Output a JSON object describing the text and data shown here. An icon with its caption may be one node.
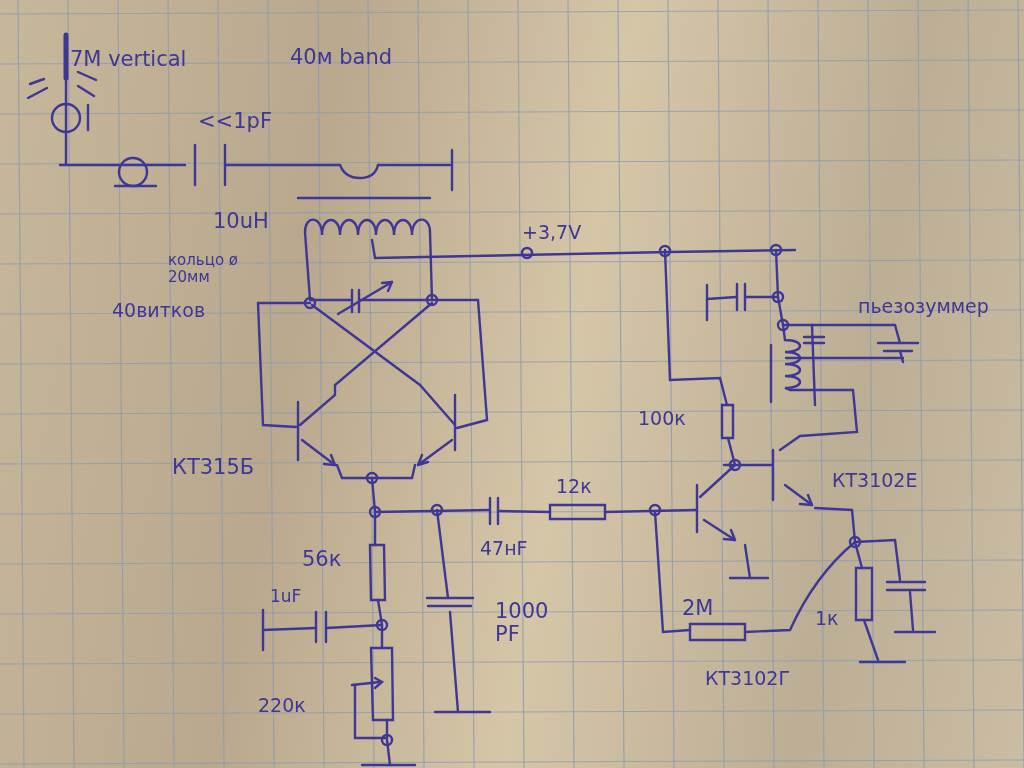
{
  "diagram": {
    "labels": [
      "7M vertical",
      "40м band",
      "<<1pF",
      "10uH",
      "кольцо ø 20мм",
      "40витков",
      "КТ315Б",
      "+3,7V",
      "пьезозуммер",
      "100к",
      "12к",
      "КТ3102Е",
      "56к",
      "47нF",
      "1uF",
      "1000 PF",
      "220к",
      "2М",
      "1к",
      "КТ3102Г"
    ]
  }
}
